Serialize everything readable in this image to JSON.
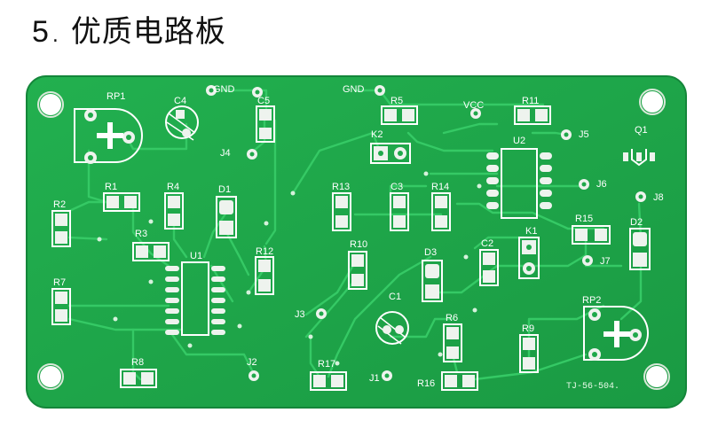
{
  "heading": {
    "number": "5",
    "separator": ".",
    "title": "优质电路板"
  },
  "board": {
    "colors": {
      "solder_mask": "#1fa84a",
      "silkscreen": "#ffffff",
      "pad": "#eef3ee",
      "trace": "#2fc25f"
    },
    "labels": {
      "RP1": "RP1",
      "C4": "C4",
      "GND_left": "GND",
      "C5": "C5",
      "GND_mid": "GND",
      "R5": "R5",
      "VCC": "VCC",
      "R11": "R11",
      "Q1": "Q1",
      "K2": "K2",
      "U2": "U2",
      "J5": "J5",
      "J4": "J4",
      "R1": "R1",
      "R4": "R4",
      "D1": "D1",
      "R13": "R13",
      "C3": "C3",
      "R14": "R14",
      "J6": "J6",
      "J8": "J8",
      "R2": "R2",
      "R3": "R3",
      "R15": "R15",
      "D2": "D2",
      "K1": "K1",
      "R10": "R10",
      "D3": "D3",
      "C2": "C2",
      "U1": "U1",
      "R12": "R12",
      "J7": "J7",
      "R7": "R7",
      "C1": "C1",
      "RP2": "RP2",
      "J3": "J3",
      "R6": "R6",
      "R9": "R9",
      "R8": "R8",
      "J2": "J2",
      "R17": "R17",
      "J1": "J1",
      "R16": "R16",
      "serial": "TJ-56-504."
    }
  }
}
